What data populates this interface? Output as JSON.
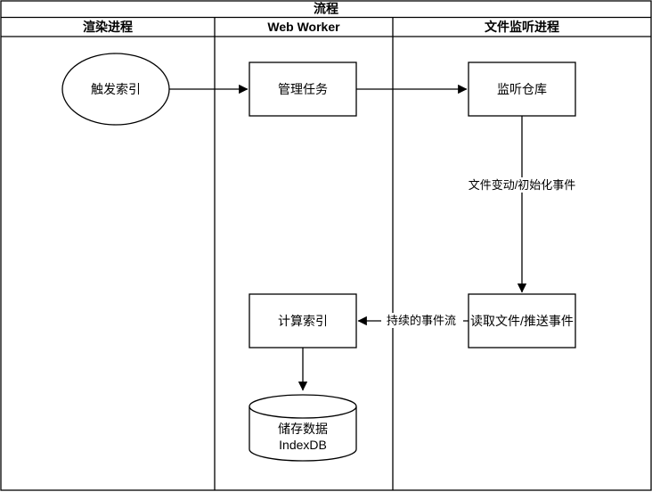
{
  "diagram": {
    "pool": {
      "title": "流程"
    },
    "lanes": [
      {
        "id": "render-process",
        "label": "渲染进程"
      },
      {
        "id": "web-worker",
        "label": "Web Worker"
      },
      {
        "id": "file-watch-process",
        "label": "文件监听进程"
      }
    ],
    "nodes": {
      "trigger_index": {
        "shape": "ellipse",
        "label": "触发索引",
        "lane": "渲染进程"
      },
      "manage_tasks": {
        "shape": "rect",
        "label": "管理任务",
        "lane": "Web Worker"
      },
      "watch_repo": {
        "shape": "rect",
        "label": "监听仓库",
        "lane": "文件监听进程"
      },
      "read_push": {
        "shape": "rect",
        "label": "读取文件/推送事件",
        "lane": "文件监听进程"
      },
      "compute_index": {
        "shape": "rect",
        "label": "计算索引",
        "lane": "Web Worker"
      },
      "store_db": {
        "shape": "cylinder",
        "label_line1": "储存数据",
        "label_line2": "IndexDB",
        "lane": "Web Worker"
      }
    },
    "edges": {
      "trigger_to_manage": {
        "from": "触发索引",
        "to": "管理任务",
        "label": ""
      },
      "manage_to_watch": {
        "from": "管理任务",
        "to": "监听仓库",
        "label": ""
      },
      "watch_to_read": {
        "from": "监听仓库",
        "to": "读取文件/推送事件",
        "label": "文件变动/初始化事件"
      },
      "read_to_compute": {
        "from": "读取文件/推送事件",
        "to": "计算索引",
        "label": "持续的事件流"
      },
      "compute_to_store": {
        "from": "计算索引",
        "to": "储存数据 IndexDB",
        "label": ""
      }
    },
    "colors": {
      "stroke": "#000000",
      "fill": "#ffffff",
      "text": "#000000",
      "background": "#ffffff"
    }
  }
}
